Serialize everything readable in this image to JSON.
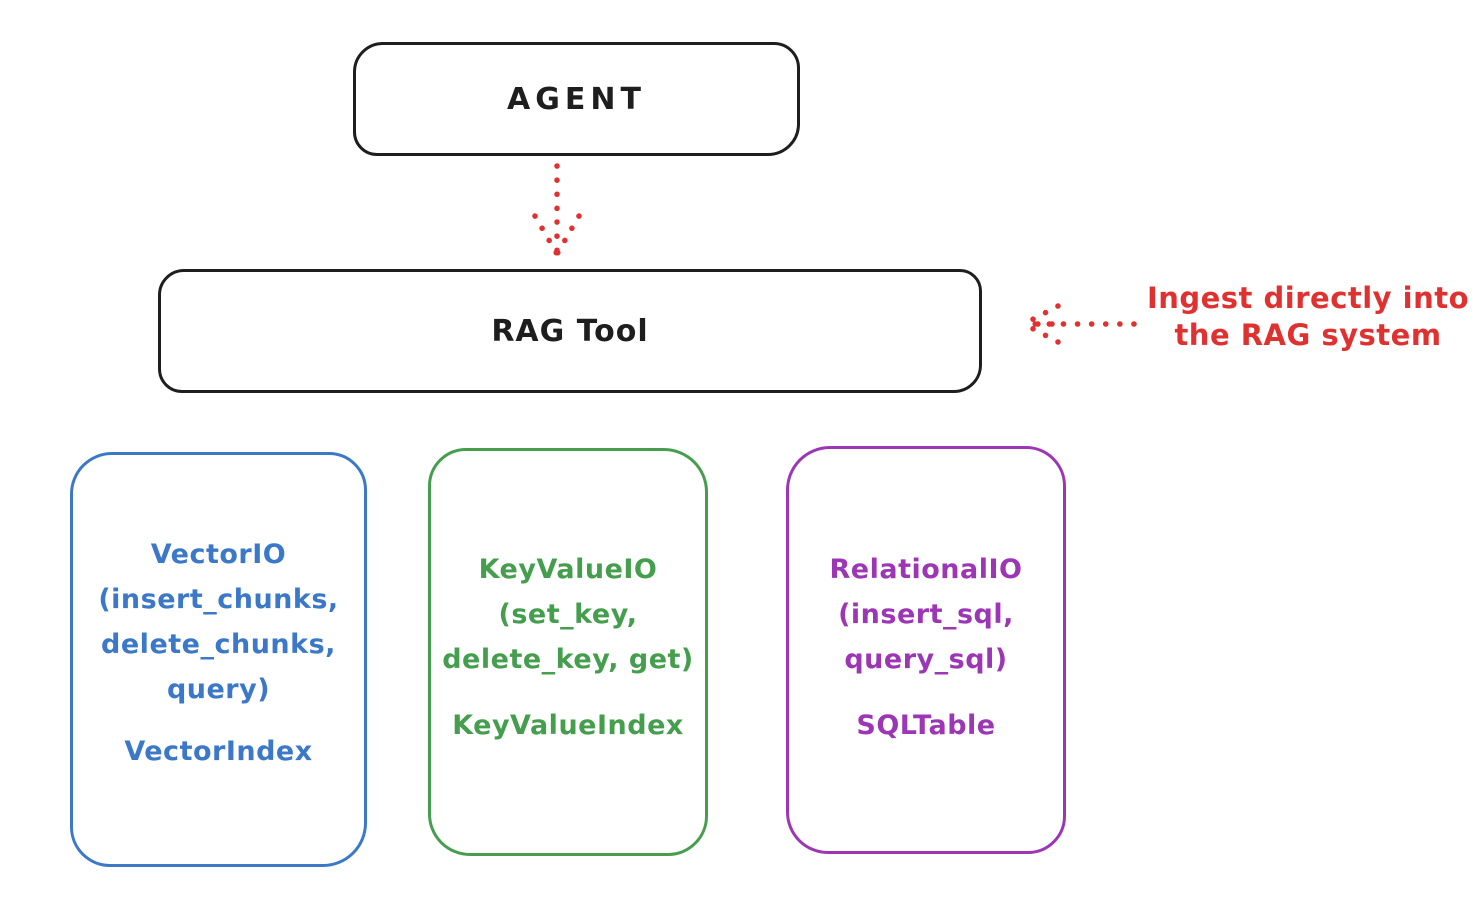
{
  "colors": {
    "ink": "#1e1e1e",
    "red": "#e03131",
    "blue": "#3b78c8",
    "green": "#459e4d",
    "purple": "#9c36b5",
    "background": "#ffffff"
  },
  "agent": {
    "label": "AGENT"
  },
  "rag_tool": {
    "label": "RAG Tool"
  },
  "annotation": {
    "line1": "Ingest directly into",
    "line2": "the RAG system"
  },
  "backends": {
    "vector": {
      "line1": "VectorIO",
      "line2": "(insert_chunks,",
      "line3": "delete_chunks,",
      "line4": "query)",
      "index": "VectorIndex"
    },
    "keyvalue": {
      "line1": "KeyValueIO",
      "line2": "(set_key,",
      "line3": "delete_key, get)",
      "index": "KeyValueIndex"
    },
    "relational": {
      "line1": "RelationalIO",
      "line2": "(insert_sql,",
      "line3": "query_sql)",
      "index": "SQLTable"
    }
  }
}
